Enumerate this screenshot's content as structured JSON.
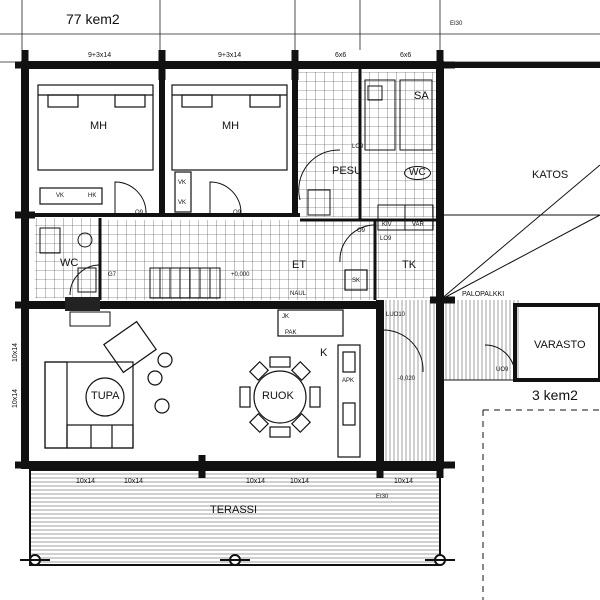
{
  "floor": {
    "area_main": "77 kem2",
    "area_store": "3 kem2",
    "rooms": {
      "mh1": "MH",
      "mh2": "MH",
      "pesu": "PESU",
      "sa": "SA",
      "wc_top": "WC",
      "katos": "KATOS",
      "wc_left": "WC",
      "et": "ET",
      "tk": "TK",
      "tupa": "TUPA",
      "ruok": "RUOK",
      "k": "K",
      "varasto": "VARASTO",
      "terassi": "TERASSI"
    },
    "dims": {
      "top1": "9+3x14",
      "top2": "9+3x14",
      "top3": "6x6",
      "top4": "6x6",
      "bot1": "10x14",
      "bot2": "10x14",
      "bot3": "10x14",
      "bot4": "10x14",
      "bot5": "10x14",
      "side1": "10x14",
      "side2": "10x14"
    },
    "notes": {
      "ei30_top": "EI30",
      "ei30_bottom": "EI30",
      "palopalkki": "PALOPALKKI",
      "o9_a": "O9",
      "o9_b": "O9",
      "o9_c": "O9",
      "lo9_a": "LO9",
      "lo9_b": "LO9",
      "luo10": "LUO10",
      "uo9": "UO9",
      "g7": "G7",
      "lev_a": "+0,000",
      "lev_b": "-0,020",
      "vk_a": "VK",
      "hk": "HK",
      "vk_b": "VK",
      "vk_c": "VK",
      "sk": "SK",
      "jk": "JK",
      "pak": "PAK",
      "kiv": "KIV",
      "var": "VAR",
      "naul": "NAUL",
      "apk": "APK"
    }
  }
}
